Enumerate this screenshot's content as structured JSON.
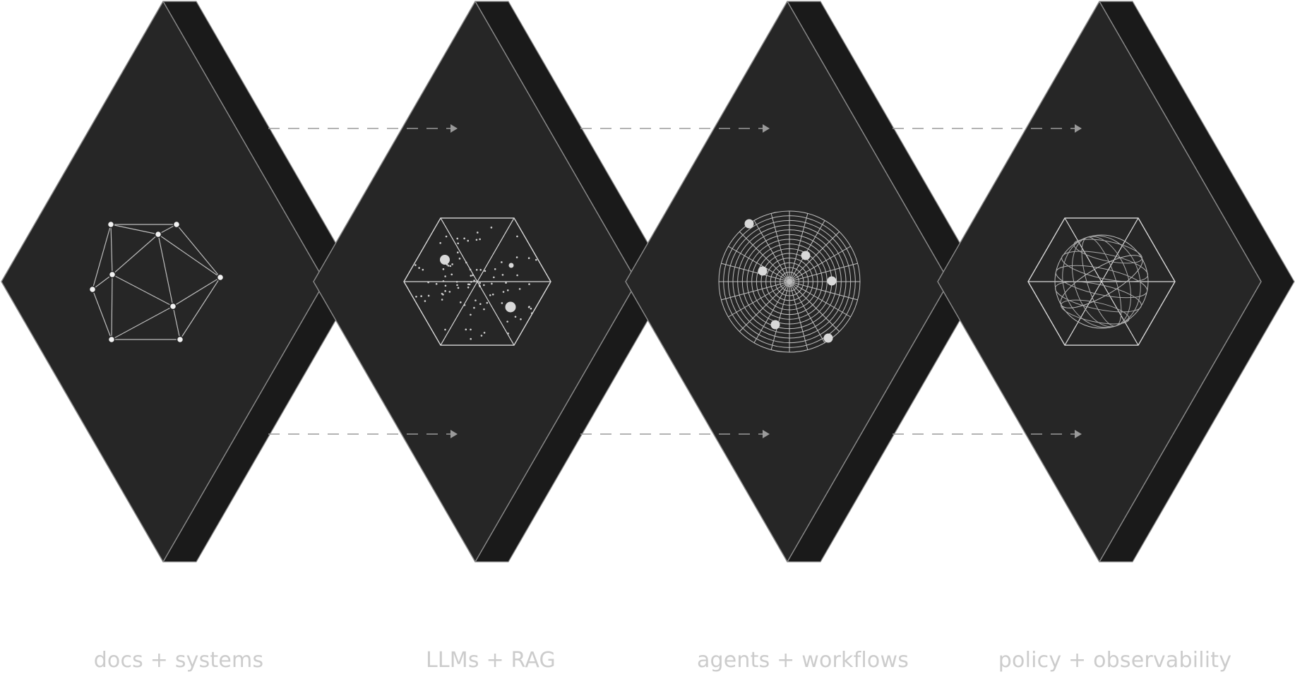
{
  "stages": [
    {
      "id": "docs",
      "label": "docs + systems",
      "icon": "network-graph-icon"
    },
    {
      "id": "llms",
      "label": "LLMs + RAG",
      "icon": "embedding-scatter-icon"
    },
    {
      "id": "agents",
      "label": "agents + workflows",
      "icon": "polar-grid-icon"
    },
    {
      "id": "policy",
      "label": "policy + observability",
      "icon": "wireframe-globe-icon"
    }
  ],
  "colors": {
    "background": "#ffffff",
    "panel_face": "#262626",
    "panel_side": "#1a1a1a",
    "panel_edge": "#8a8a8a",
    "icon_stroke": "#d9d9d9",
    "arrow": "#9a9a9a",
    "label": "#cccccc"
  }
}
